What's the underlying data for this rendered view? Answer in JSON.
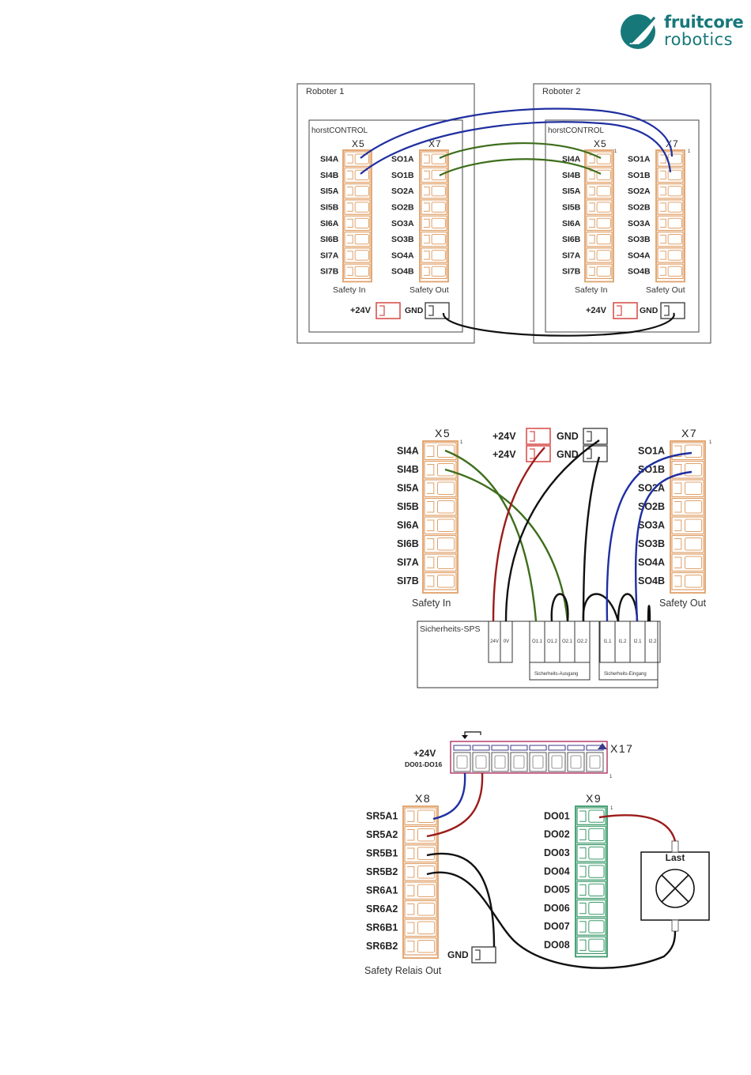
{
  "brand": {
    "line1": "fruitcore",
    "line2": "robotics",
    "color": "#17787a"
  },
  "colors": {
    "orange": "#e0a16a",
    "red": "#d9534f",
    "green_terminal": "#3a9a6a",
    "blue_wire": "#1f2fa0",
    "green_wire": "#3d6e1c",
    "red_wire": "#9b1b1b",
    "black_wire": "#111111"
  },
  "diagram1": {
    "robot1": "Roboter 1",
    "robot2": "Roboter 2",
    "controller": "horstCONTROL",
    "x5": "X5",
    "x7": "X7",
    "pin1": "1",
    "safety_in_labels": [
      "SI4A",
      "SI4B",
      "SI5A",
      "SI5B",
      "SI6A",
      "SI6B",
      "SI7A",
      "SI7B"
    ],
    "safety_out_labels": [
      "SO1A",
      "SO1B",
      "SO2A",
      "SO2B",
      "SO3A",
      "SO3B",
      "SO4A",
      "SO4B"
    ],
    "safety_in": "Safety In",
    "safety_out": "Safety Out",
    "v24": "+24V",
    "gnd": "GND"
  },
  "diagram2": {
    "x5": "X5",
    "x7": "X7",
    "pin1": "1",
    "safety_in_labels": [
      "SI4A",
      "SI4B",
      "SI5A",
      "SI5B",
      "SI6A",
      "SI6B",
      "SI7A",
      "SI7B"
    ],
    "safety_out_labels": [
      "SO1A",
      "SO1B",
      "SO2A",
      "SO2B",
      "SO3A",
      "SO3B",
      "SO4A",
      "SO4B"
    ],
    "safety_in": "Safety In",
    "safety_out": "Safety Out",
    "v24_a": "+24V",
    "v24_b": "+24V",
    "gnd_a": "GND",
    "gnd_b": "GND",
    "sps_title": "Sicherheits-SPS",
    "sps_pins": [
      "24V",
      "0V",
      "O1.1",
      "O1.2",
      "O2.1",
      "O2.2",
      "I1.1",
      "I1.2",
      "I2.1",
      "I2.2"
    ],
    "sps_out_group": "Sicherheits-Ausgang",
    "sps_in_group": "Sicherheits-Eingang"
  },
  "diagram3": {
    "v24": "+24V",
    "do_range": "DO01-DO16",
    "x17": "X17",
    "x8": "X8",
    "x9": "X9",
    "pin1": "1",
    "relay_labels": [
      "SR5A1",
      "SR5A2",
      "SR5B1",
      "SR5B2",
      "SR6A1",
      "SR6A2",
      "SR6B1",
      "SR6B2"
    ],
    "do_labels": [
      "DO01",
      "DO02",
      "DO03",
      "DO04",
      "DO05",
      "DO06",
      "DO07",
      "DO08"
    ],
    "relais_out": "Safety Relais Out",
    "gnd": "GND",
    "load": "Last"
  }
}
